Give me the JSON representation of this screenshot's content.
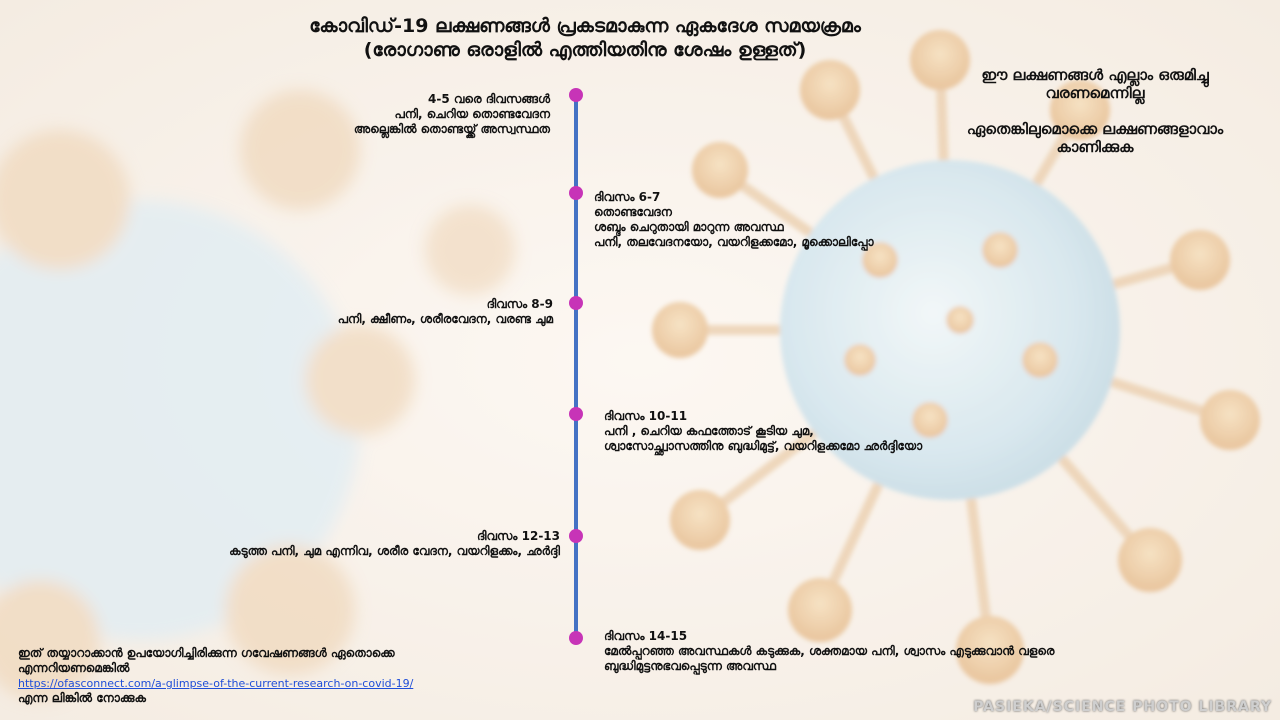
{
  "title": {
    "line1": "കോവിഡ്-19 ലക്ഷണങ്ങൾ പ്രകടമാകുന്ന ഏകദേശ സമയക്രമം",
    "line2": "(രോഗാണു ഒരാളിൽ എത്തിയതിനു ശേഷം ഉള്ളത്)"
  },
  "note": {
    "line1": "ഈ ലക്ഷണങ്ങൾ എല്ലാം ഒരുമിച്ചു",
    "line2": "വരണമെന്നില്ല",
    "line3": "ഏതെങ്കിലുമൊക്കെ ലക്ഷണങ്ങളാവാം",
    "line4": "കാണിക്കുക"
  },
  "timeline": [
    {
      "heading": "4-5 വരെ ദിവസങ്ങൾ",
      "lines": [
        "പനി, ചെറിയ തൊണ്ടവേദന",
        "അല്ലെങ്കിൽ തൊണ്ടയ്ക്ക് അസ്വസ്ഥത"
      ]
    },
    {
      "heading": "ദിവസം 6-7",
      "lines": [
        "തൊണ്ടവേദന",
        "ശബ്ദം ചെറുതായി മാറുന്ന അവസ്ഥ",
        "പനി, തലവേദനയോ, വയറിളക്കമോ, മൂക്കൊലിപ്പോ"
      ]
    },
    {
      "heading": "ദിവസം 8-9",
      "lines": [
        "പനി, ക്ഷീണം, ശരീരവേദന, വരണ്ട ചുമ"
      ]
    },
    {
      "heading": "ദിവസം 10-11",
      "lines": [
        "പനി , ചെറിയ കഫത്തോട് കൂടിയ ചുമ,",
        "ശ്വാസോച്ഛ്വാസത്തിനു ബുദ്ധിമുട്ട്, വയറിളക്കമോ ഛർദ്ദിയോ"
      ]
    },
    {
      "heading": "ദിവസം 12-13",
      "lines": [
        "കടുത്ത പനി, ചുമ എന്നിവ, ശരീര വേദന, വയറിളക്കം, ഛർദ്ദി"
      ]
    },
    {
      "heading": "ദിവസം 14-15",
      "lines": [
        "മേൽപ്പറഞ്ഞ അവസ്ഥകൾ കടുക്കുക, ശക്തമായ പനി, ശ്വാസം എടുക്കുവാൻ വളരെ",
        "ബുദ്ധിമുട്ടനുഭവപ്പെടുന്ന അവസ്ഥ"
      ]
    }
  ],
  "footer": {
    "line1": "ഇത് തയ്യാറാക്കാൻ ഉപയോഗിച്ചിരിക്കുന്ന ഗവേഷണങ്ങൾ ഏതൊക്കെ",
    "line2": "എന്നറിയണമെങ്കിൽ",
    "link": "https://ofasconnect.com/a-glimpse-of-the-current-research-on-covid-19/",
    "line3": "എന്ന ലിങ്കിൽ നോക്കുക"
  },
  "credit": "PASIEKA/SCIENCE PHOTO LIBRARY",
  "colors": {
    "timeline": "#4472c4",
    "dot": "#c734b7",
    "link": "#1f4ed8"
  }
}
